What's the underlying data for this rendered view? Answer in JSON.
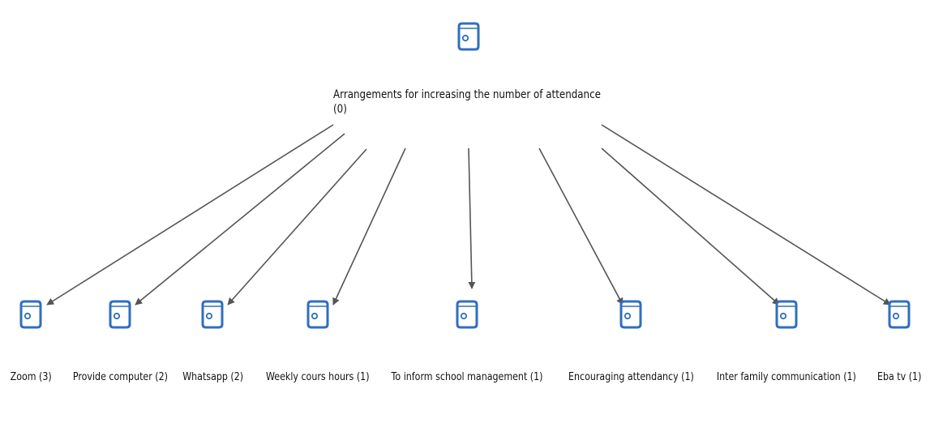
{
  "diagram": {
    "colors": {
      "icon_stroke": "#2f6fbf",
      "arrow": "#555555",
      "text": "#111111",
      "background": "#ffffff"
    },
    "root": {
      "label": "Arrangements for increasing the number of attendance",
      "count": "(0)",
      "icon": "code-node-icon"
    },
    "children": [
      {
        "label": "Zoom (3)",
        "icon": "code-node-icon"
      },
      {
        "label": "Provide computer (2)",
        "icon": "code-node-icon"
      },
      {
        "label": "Whatsapp (2)",
        "icon": "code-node-icon"
      },
      {
        "label": "Weekly cours hours (1)",
        "icon": "code-node-icon"
      },
      {
        "label": "To inform school management (1)",
        "icon": "code-node-icon"
      },
      {
        "label": "Encouraging attendancy (1)",
        "icon": "code-node-icon"
      },
      {
        "label": "Inter family communication (1)",
        "icon": "code-node-icon"
      },
      {
        "label": "Eba tv (1)",
        "icon": "code-node-icon"
      }
    ]
  }
}
